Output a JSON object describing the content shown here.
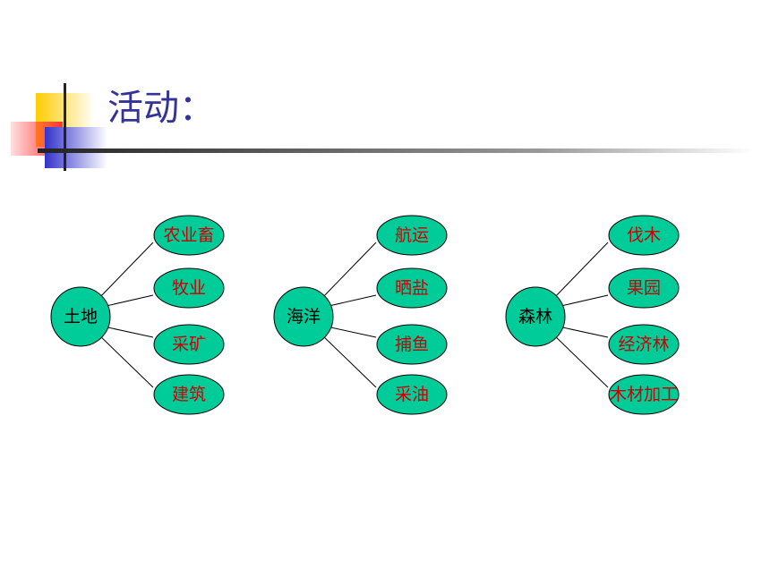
{
  "slide": {
    "title": "活动："
  },
  "colors": {
    "title": "#333399",
    "node_fill": "#00CC99",
    "node_stroke": "#000000",
    "hub_text": "#000000",
    "leaf_text": "#CC0000",
    "deco_yellow": "#FFCC00",
    "deco_red": "#FF3333",
    "deco_blue": "#3333CC"
  },
  "groups": [
    {
      "hub": "土地",
      "leaves": [
        "农业畜",
        "牧业",
        "采矿",
        "建筑"
      ]
    },
    {
      "hub": "海洋",
      "leaves": [
        "航运",
        "晒盐",
        "捕鱼",
        "采油"
      ]
    },
    {
      "hub": "森林",
      "leaves": [
        "伐木",
        "果园",
        "经济林",
        "木材加工"
      ]
    }
  ]
}
